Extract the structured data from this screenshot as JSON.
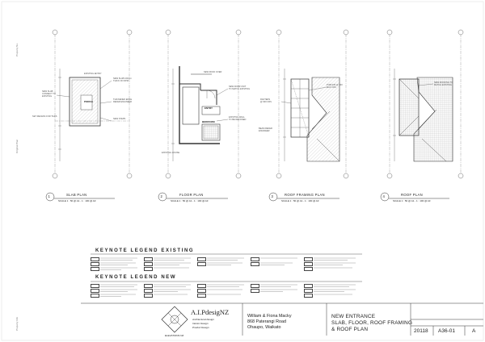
{
  "views": [
    {
      "num": "1",
      "title": "SLAB PLAN",
      "scale": "SCALE 1 : 50 @ A1 - 1 : 100 @ A3"
    },
    {
      "num": "2",
      "title": "FLOOR PLAN",
      "scale": "SCALE 1 : 50 @ A1 - 1 : 100 @ A3"
    },
    {
      "num": "3",
      "title": "ROOF FRAMING PLAN",
      "scale": "SCALE 1 : 50 @ A1 - 1 : 100 @ A3"
    },
    {
      "num": "4",
      "title": "ROOF PLAN",
      "scale": "SCALE 1 : 50 @ A1 - 1 : 100 @ A3"
    }
  ],
  "plan_labels": {
    "porch": "PORCH",
    "entry": "ENTRY",
    "bedroom": "BEDROOM"
  },
  "legend": {
    "existing_heading": "KEYNOTE LEGEND EXISTING",
    "new_heading": "KEYNOTE LEGEND NEW"
  },
  "branding": {
    "logo_text": "A.I.PdesigNZ",
    "services": [
      "Architectural Design",
      "Interior Design",
      "Product Design"
    ],
    "emblem_caption": "ELEVATIONS NZ"
  },
  "client": {
    "names": "William & Fiona Macky",
    "address": "868 Paterangi Road",
    "city": "Ohaupo, Waikato"
  },
  "project": {
    "line1": "NEW ENTRANCE",
    "line2": "SLAB, FLOOR, ROOF FRAMING",
    "line3": "& ROOF PLAN"
  },
  "title_block": {
    "job_number": "20118",
    "sheet_number": "A36-01",
    "revision": "A"
  }
}
